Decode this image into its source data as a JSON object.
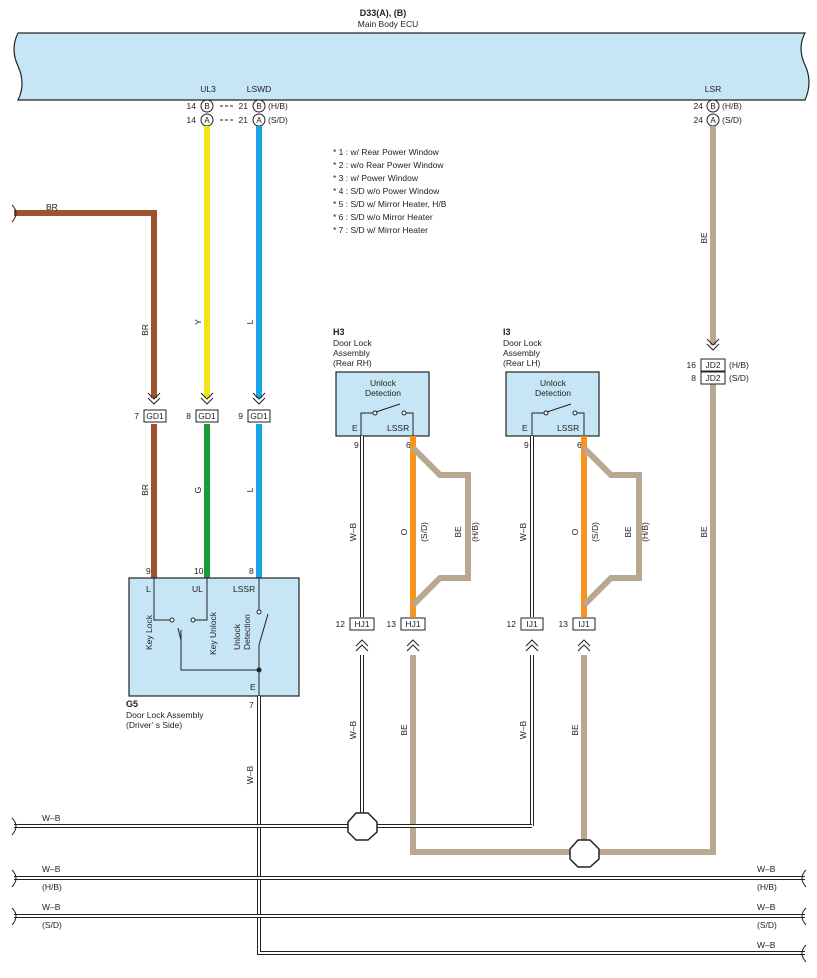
{
  "ecu": {
    "code": "D33(A), (B)",
    "name": "Main Body ECU",
    "term_ul3": "UL3",
    "term_lswd": "LSWD",
    "term_lsr": "LSR",
    "pins": {
      "p14": "14",
      "p21": "21",
      "p24": "24",
      "conn_b": "B",
      "conn_a": "A",
      "hb": "(H/B)",
      "sd": "(S/D)"
    }
  },
  "notes": [
    "* 1 : w/ Rear Power Window",
    "* 2 : w/o Rear Power Window",
    "* 3 : w/ Power Window",
    "* 4 : S/D w/o Power Window",
    "* 5 : S/D w/ Mirror Heater,  H/B",
    "* 6 : S/D w/o Mirror Heater",
    "* 7 : S/D w/ Mirror Heater"
  ],
  "wires": {
    "br": "BR",
    "y": "Y",
    "l": "L",
    "g": "G",
    "o": "O",
    "be": "BE",
    "wb": "W–B",
    "hb": "(H/B)",
    "sd": "(S/D)"
  },
  "connectors": {
    "gd1": "GD1",
    "jd2": "JD2",
    "hj1": "HJ1",
    "ij1": "IJ1",
    "pin7": "7",
    "pin8": "8",
    "pin9": "9",
    "pin16": "16",
    "pin12": "12",
    "pin13": "13",
    "hb": "(H/B)",
    "sd": "(S/D)"
  },
  "g5": {
    "code": "G5",
    "name": "Door Lock Assembly",
    "side": "(Driver’ s Side)",
    "pin_l": "9",
    "pin_ul": "10",
    "pin_lssr": "8",
    "pin_e": "7",
    "term_l": "L",
    "term_ul": "UL",
    "term_lssr": "LSSR",
    "term_e": "E",
    "key_lock": "Key Lock",
    "key_unlock": "Key Unlock",
    "unlock_det_1": "Unlock",
    "unlock_det_2": "Detection"
  },
  "h3": {
    "code": "H3",
    "line1": "Door Lock",
    "line2": "Assembly",
    "line3": "(Rear RH)",
    "det1": "Unlock",
    "det2": "Detection",
    "term_e": "E",
    "term_lssr": "LSSR",
    "pin_e": "9",
    "pin_lssr": "6"
  },
  "i3": {
    "code": "I3",
    "line1": "Door Lock",
    "line2": "Assembly",
    "line3": "(Rear LH)",
    "det1": "Unlock",
    "det2": "Detection",
    "term_e": "E",
    "term_lssr": "LSSR",
    "pin_e": "9",
    "pin_lssr": "6"
  },
  "ground_lines": {
    "wb": "W–B",
    "hb": "(H/B)",
    "sd": "(S/D)"
  },
  "colors": {
    "ecu": "#c7e6f5",
    "br": "#a0522d",
    "y": "#f2e21a",
    "l": "#1aa5e6",
    "g": "#1a9a3a",
    "o": "#f7941d",
    "be": "#b8a892"
  }
}
